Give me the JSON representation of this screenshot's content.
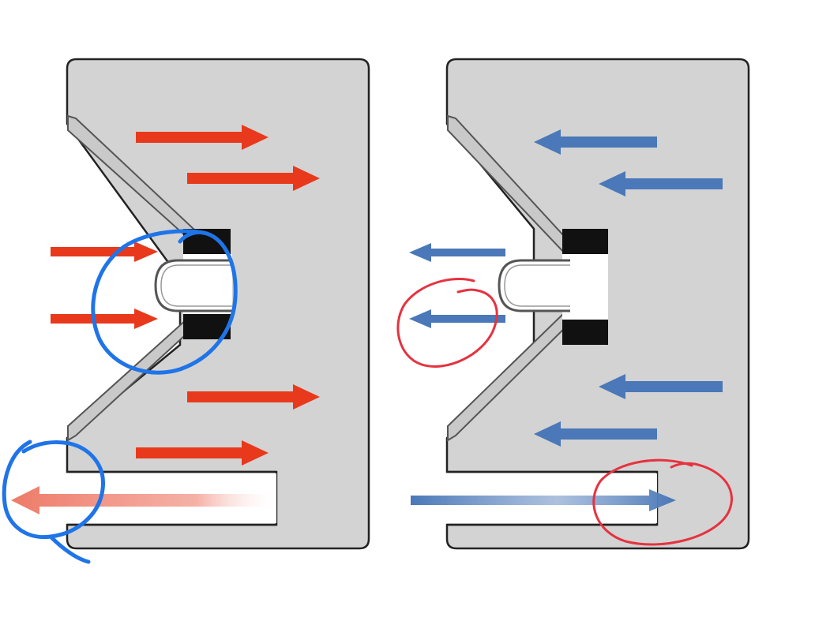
{
  "colors": {
    "background": "#ffffff",
    "enclosure": "#d3d3d3",
    "outline": "#222222",
    "cone_fill": "#c8c8c8",
    "cone_edge": "#555555",
    "magnet": "#111111",
    "dome": "#ffffff",
    "red_arrow": "#e8391c",
    "red_arrow_faded": "#f08a78",
    "blue_arrow": "#4a78b8",
    "blue_marker": "#1f74e8",
    "red_marker": "#e6323f"
  },
  "panels": [
    {
      "name": "left-speaker",
      "phase": "outward",
      "arrow_color": "red_arrow",
      "port_arrow": "leftward",
      "marker_color": "blue_marker"
    },
    {
      "name": "right-speaker",
      "phase": "inward",
      "arrow_color": "blue_arrow",
      "port_arrow": "rightward",
      "marker_color": "red_marker"
    }
  ],
  "icons": {
    "arrow": "arrow-icon",
    "marker": "hand-drawn-circle-icon"
  }
}
